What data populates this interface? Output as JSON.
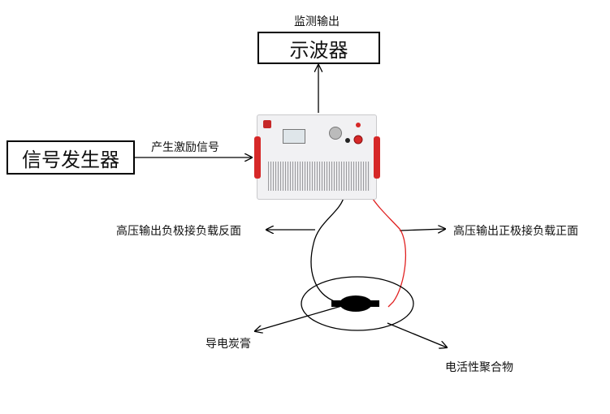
{
  "labels": {
    "monitor_output": "监测输出",
    "oscilloscope": "示波器",
    "signal_generator": "信号发生器",
    "excitation_signal": "产生激励信号",
    "negative_output": "高压输出负极接负载反面",
    "positive_output": "高压输出正极接负载正面",
    "conductive_paste": "导电炭膏",
    "electroactive_polymer": "电活性聚合物"
  },
  "colors": {
    "negative_lead": "#000000",
    "positive_lead": "#e02020",
    "amplifier_accent": "#d62828"
  },
  "icons": {
    "amplifier": "high-voltage-amplifier-illustration"
  }
}
